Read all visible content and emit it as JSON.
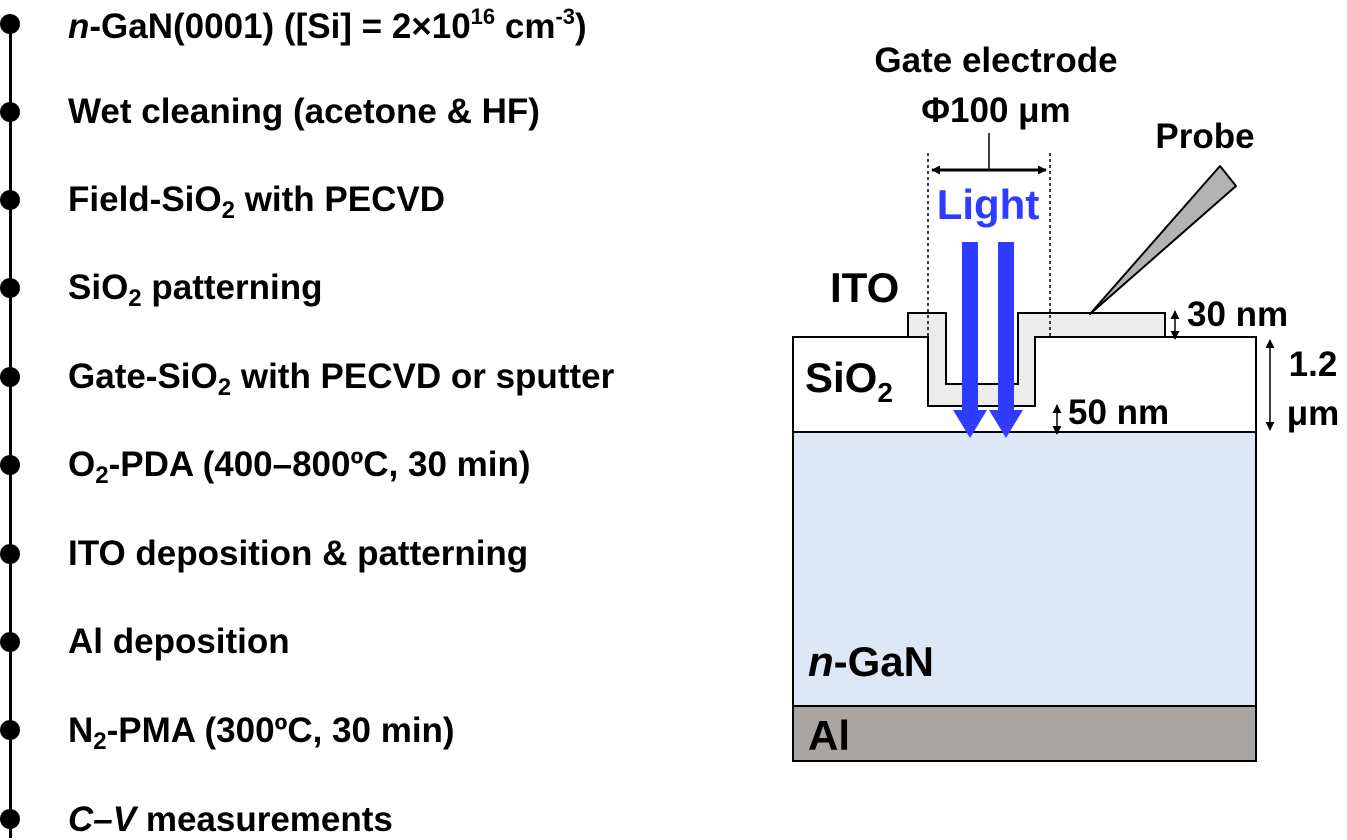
{
  "process_flow": {
    "steps": [
      {
        "pre": "",
        "it": "n",
        "post": "-GaN(0001) ([Si] = 2×10",
        "sup1": "16",
        "post2": " cm",
        "sup2": "-3",
        "post3": ")"
      },
      {
        "pre": "Wet cleaning (acetone & HF)"
      },
      {
        "pre": "Field-SiO",
        "sub": "2",
        "post": " with PECVD"
      },
      {
        "pre": "SiO",
        "sub": "2",
        "post": " patterning"
      },
      {
        "pre": "Gate-SiO",
        "sub": "2",
        "post": " with PECVD or sputter"
      },
      {
        "pre": "O",
        "sub": "2",
        "post": "-PDA (400–800ºC, 30 min)"
      },
      {
        "pre": "ITO deposition & patterning"
      },
      {
        "pre": "Al deposition"
      },
      {
        "pre": "N",
        "sub": "2",
        "post": "-PMA (300ºC, 30 min)"
      },
      {
        "it": "C–V",
        "post": " measurements"
      }
    ]
  },
  "structure": {
    "gate_label": "Gate electrode",
    "gate_diameter": "Φ100 μm",
    "light_label": "Light",
    "probe_label": "Probe",
    "ito_label": "ITO",
    "sio2_label": "SiO",
    "sio2_sub": "2",
    "gan_label_it": "n",
    "gan_label": "-GaN",
    "al_label": "Al",
    "ito_thickness": "30 nm",
    "gate_oxide_thickness": "50 nm",
    "field_oxide_thickness_line1": "1.2",
    "field_oxide_thickness_line2": "μm",
    "colors": {
      "gan": "#dce8f5",
      "al": "#a9a5a3",
      "ito": "#ececec",
      "probe": "#b3b3b3",
      "light": "#2f3cff"
    }
  }
}
